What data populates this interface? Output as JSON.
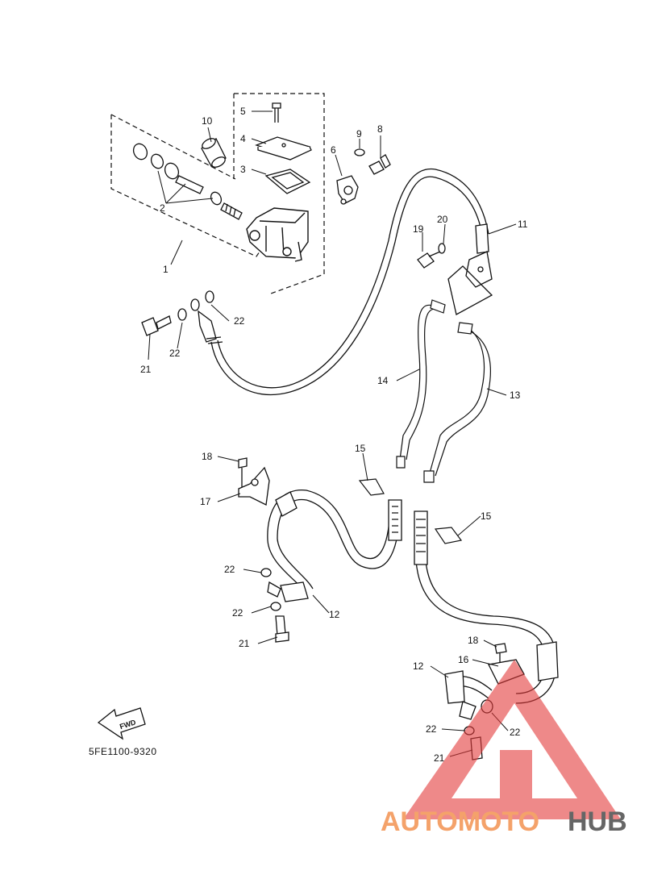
{
  "diagram": {
    "part_code": "5FE1100-9320",
    "fwd_label": "FWD",
    "callouts": [
      {
        "id": "c1",
        "text": "1"
      },
      {
        "id": "c2",
        "text": "2"
      },
      {
        "id": "c3",
        "text": "3"
      },
      {
        "id": "c4",
        "text": "4"
      },
      {
        "id": "c5",
        "text": "5"
      },
      {
        "id": "c6",
        "text": "6"
      },
      {
        "id": "c8",
        "text": "8"
      },
      {
        "id": "c9",
        "text": "9"
      },
      {
        "id": "c10",
        "text": "10"
      },
      {
        "id": "c11",
        "text": "11"
      },
      {
        "id": "c12a",
        "text": "12"
      },
      {
        "id": "c12b",
        "text": "12"
      },
      {
        "id": "c13",
        "text": "13"
      },
      {
        "id": "c14",
        "text": "14"
      },
      {
        "id": "c15a",
        "text": "15"
      },
      {
        "id": "c15b",
        "text": "15"
      },
      {
        "id": "c16",
        "text": "16"
      },
      {
        "id": "c17",
        "text": "17"
      },
      {
        "id": "c18a",
        "text": "18"
      },
      {
        "id": "c18b",
        "text": "18"
      },
      {
        "id": "c19",
        "text": "19"
      },
      {
        "id": "c20",
        "text": "20"
      },
      {
        "id": "c21a",
        "text": "21"
      },
      {
        "id": "c21b",
        "text": "21"
      },
      {
        "id": "c21c",
        "text": "21"
      },
      {
        "id": "c22a",
        "text": "22"
      },
      {
        "id": "c22b",
        "text": "22"
      },
      {
        "id": "c22c",
        "text": "22"
      },
      {
        "id": "c22d",
        "text": "22"
      },
      {
        "id": "c22e",
        "text": "22"
      },
      {
        "id": "c22f",
        "text": "22"
      }
    ]
  },
  "watermark": {
    "part1": "AUTOMOTO",
    "part2": "HUB",
    "color1": "#f4a26a",
    "color2": "#666666",
    "triangle_color": "#e33b3b"
  }
}
